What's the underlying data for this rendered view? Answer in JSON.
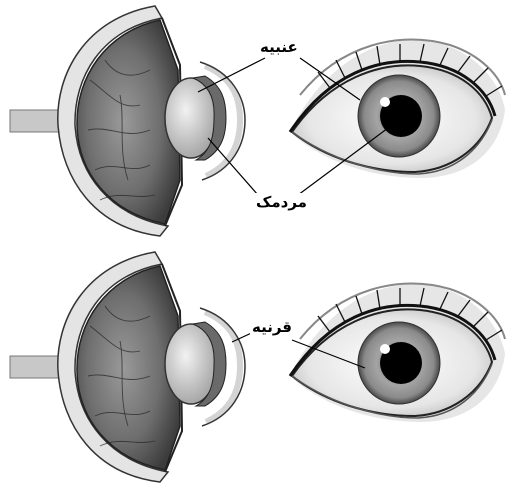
{
  "labels": {
    "iris": "عنبیه",
    "pupil": "مردمک",
    "cornea": "قرنیه"
  },
  "colors": {
    "background": "#ffffff",
    "ink": "#111111",
    "tissue_dark": "#5a5a5a",
    "tissue_light": "#d8d8d8",
    "iris_gray": "#9a9a9a",
    "pupil_black": "#000000"
  }
}
